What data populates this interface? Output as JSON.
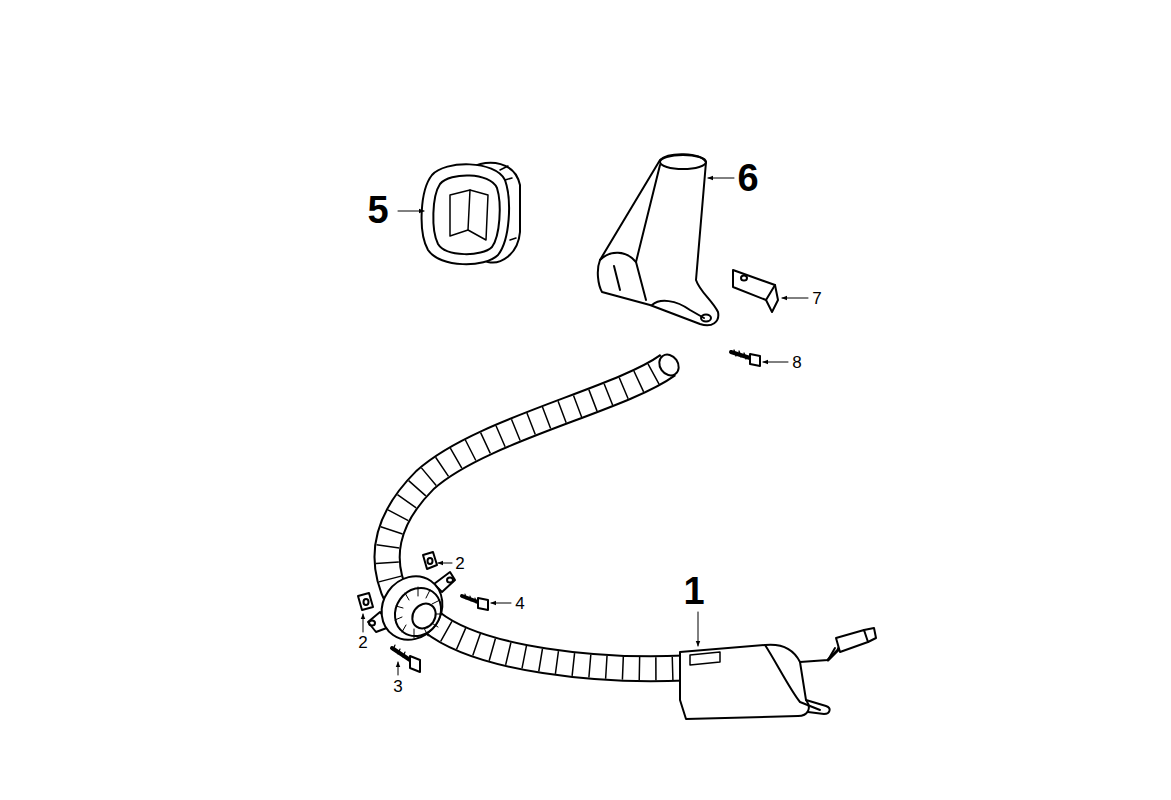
{
  "diagram": {
    "labels": [
      "5",
      "6",
      "7",
      "8",
      "2",
      "4",
      "2",
      "3",
      "1"
    ]
  }
}
